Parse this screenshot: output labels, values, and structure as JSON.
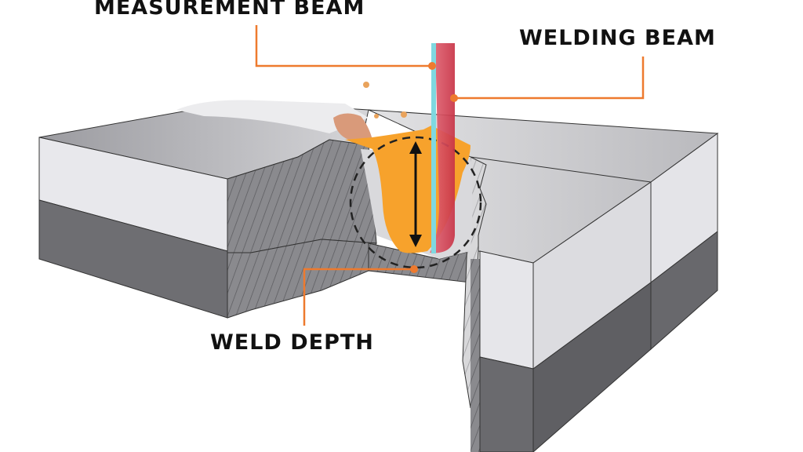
{
  "labels": {
    "measurement_beam": "MEASUREMENT BEAM",
    "welding_beam": "WELDING BEAM",
    "weld_depth": "WELD DEPTH"
  },
  "colors": {
    "leader": "#ee7a2e",
    "weld_pool": "#f7a22c",
    "welding_beam": "#d9404f",
    "measurement_beam": "#7fd8e0"
  }
}
